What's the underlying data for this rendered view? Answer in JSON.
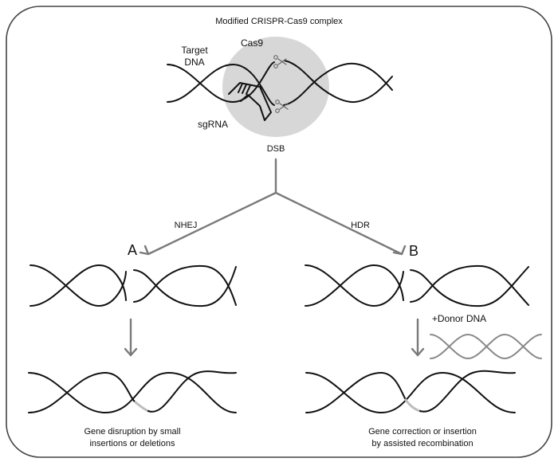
{
  "title": "Modified CRISPR-Cas9 complex",
  "labels": {
    "target_line1": "Target",
    "target_line2": "DNA",
    "cas9": "Cas9",
    "sgrna": "sgRNA",
    "dsb": "DSB",
    "nhej": "NHEJ",
    "hdr": "HDR",
    "a": "A",
    "b": "B",
    "donor": "+Donor DNA"
  },
  "outcomes": {
    "a_line1": "Gene disruption by small",
    "a_line2": "insertions or deletions",
    "b_line1": "Gene correction or insertion",
    "b_line2": "by assisted recombination"
  },
  "colors": {
    "dna": "#111111",
    "arrow": "#7a7a7a",
    "cas9_bg": "#d7d7d7",
    "donor": "#8a8a8a",
    "splice": "#bdbdbd",
    "frame": "#444444"
  }
}
